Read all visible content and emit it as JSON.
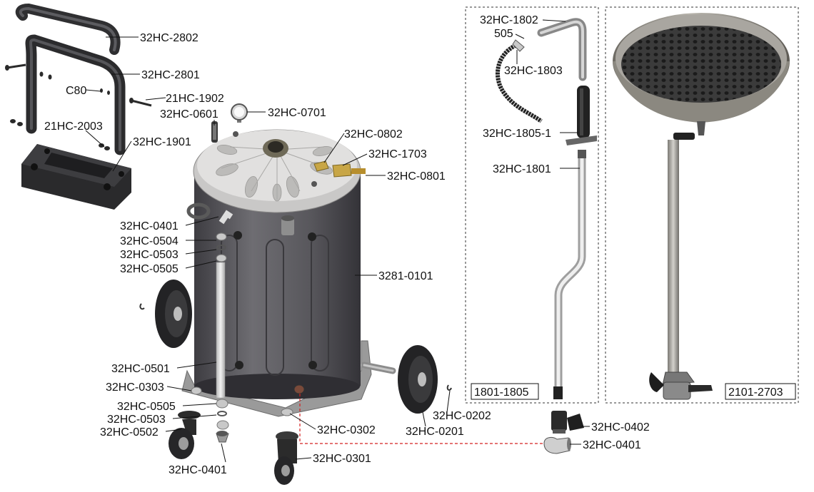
{
  "labels": {
    "l_2802": "32HC-2802",
    "l_2801": "32HC-2801",
    "l_c80": "C80",
    "l_1902": "21HC-1902",
    "l_0601": "32HC-0601",
    "l_0701": "32HC-0701",
    "l_2003": "21HC-2003",
    "l_1901": "32HC-1901",
    "l_0802": "32HC-0802",
    "l_1703": "32HC-1703",
    "l_0801": "32HC-0801",
    "l_0401a": "32HC-0401",
    "l_0504": "32HC-0504",
    "l_0503a": "32HC-0503",
    "l_0505a": "32HC-0505",
    "l_3281": "3281-0101",
    "l_0501": "32HC-0501",
    "l_0303": "32HC-0303",
    "l_0505b": "32HC-0505",
    "l_0503b": "32HC-0503",
    "l_0502": "32HC-0502",
    "l_0401b": "32HC-0401",
    "l_0302": "32HC-0302",
    "l_0301": "32HC-0301",
    "l_0201": "32HC-0201",
    "l_0202": "32HC-0202",
    "l_1802": "32HC-1802",
    "l_505": "505",
    "l_1803": "32HC-1803",
    "l_1805": "32HC-1805-1",
    "l_1801": "32HC-1801",
    "l_0402": "32HC-0402",
    "l_0401c": "32HC-0401"
  },
  "groups": {
    "group1": "1801-1805",
    "group2": "2101-2703"
  },
  "colors": {
    "tank_body": "#5b5a5e",
    "tank_top": "#c9c8c7",
    "handle": "#2f2f31",
    "wheel": "#262628",
    "metal": "#a9a7a2",
    "brass": "#c8a646",
    "red_dashed": "#d42020",
    "frame": "#9a9a9a"
  }
}
